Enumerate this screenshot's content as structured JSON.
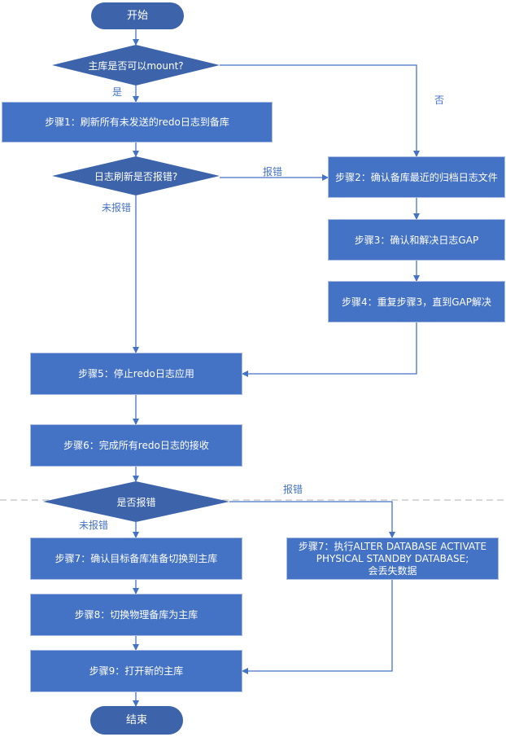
{
  "colors": {
    "process_fill": "#4472c4",
    "terminal_fill": "#3d64aa",
    "decision_fill": "#3d64aa",
    "connector": "#4472c4",
    "label_text": "#4472c4",
    "node_text": "#ffffff",
    "divider": "#b0b0b0"
  },
  "nodes": {
    "start": "开始",
    "decision_mount": "主库是否可以mount?",
    "step1": "步骤1：刷新所有未发送的redo日志到备库",
    "decision_flush_error": "日志刷新是否报错?",
    "step2": "步骤2：确认备库最近的归档日志文件",
    "step3": "步骤3：确认和解决日志GAP",
    "step4": "步骤4：重复步骤3，直到GAP解决",
    "step5": "步骤5：停止redo日志应用",
    "step6": "步骤6：完成所有redo日志的接收",
    "decision_error": "是否报错",
    "step7_confirm": "步骤7：确认目标备库准备切换到主库",
    "step7_activate_line1": "步骤7：执行ALTER DATABASE ACTIVATE",
    "step7_activate_line2": "PHYSICAL STANDBY DATABASE;",
    "step7_activate_line3": "会丢失数据",
    "step8": "步骤8：切换物理备库为主库",
    "step9": "步骤9：打开新的主库",
    "end": "结束"
  },
  "edge_labels": {
    "mount_yes": "是",
    "mount_no": "否",
    "flush_error": "报错",
    "flush_no_error": "未报错",
    "final_error": "报错",
    "final_no_error": "未报错"
  }
}
